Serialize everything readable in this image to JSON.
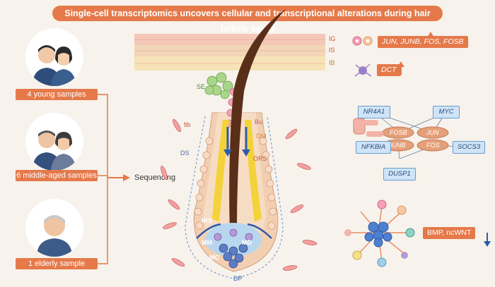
{
  "title": "Single-cell transcriptomics uncovers cellular and transcriptional alterations during hair follicle aging",
  "samples": [
    {
      "label": "4 young samples"
    },
    {
      "label": "6 middle-aged samples"
    },
    {
      "label": "1 elderly sample"
    }
  ],
  "sequencing_label": "Sequencing",
  "skin_layers": [
    "IG",
    "IS",
    "IB"
  ],
  "structure_labels": {
    "se": "SE",
    "fib": "fib",
    "bu": "Bu",
    "om": "OM",
    "ds": "DS",
    "ors": "ORS",
    "irs": "IRS",
    "mm": "MM",
    "md": "MD",
    "mc": "MC",
    "dp": "DP"
  },
  "markers": {
    "top": "JUN, JUNB, FOS, FOSB",
    "dct": "DCT",
    "bottom": "BMP, ncWNT"
  },
  "genes": [
    "NR4A1",
    "MYC",
    "NFKBIA",
    "SOCS3",
    "DUSP1"
  ],
  "network_core": [
    "FOSB",
    "JUN",
    "JUNB",
    "FOS"
  ],
  "colors": {
    "accent": "#e5794a",
    "arrow_up": "#e5794a",
    "arrow_down": "#2b5da8",
    "gene_fill": "#cfe4f6"
  }
}
